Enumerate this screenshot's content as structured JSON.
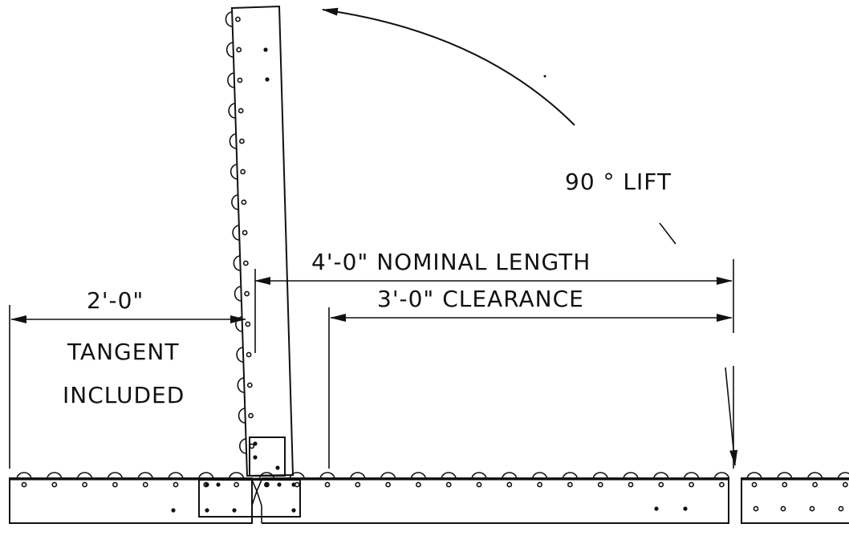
{
  "labels": {
    "lift": "90 ° LIFT",
    "nominal_length": "4'-0\" NOMINAL LENGTH",
    "clearance": "3'-0\" CLEARANCE",
    "tangent_length": "2'-0\"",
    "tangent_line1": "TANGENT",
    "tangent_line2": "INCLUDED"
  },
  "colors": {
    "ink": "#111111",
    "background": "#ffffff"
  }
}
